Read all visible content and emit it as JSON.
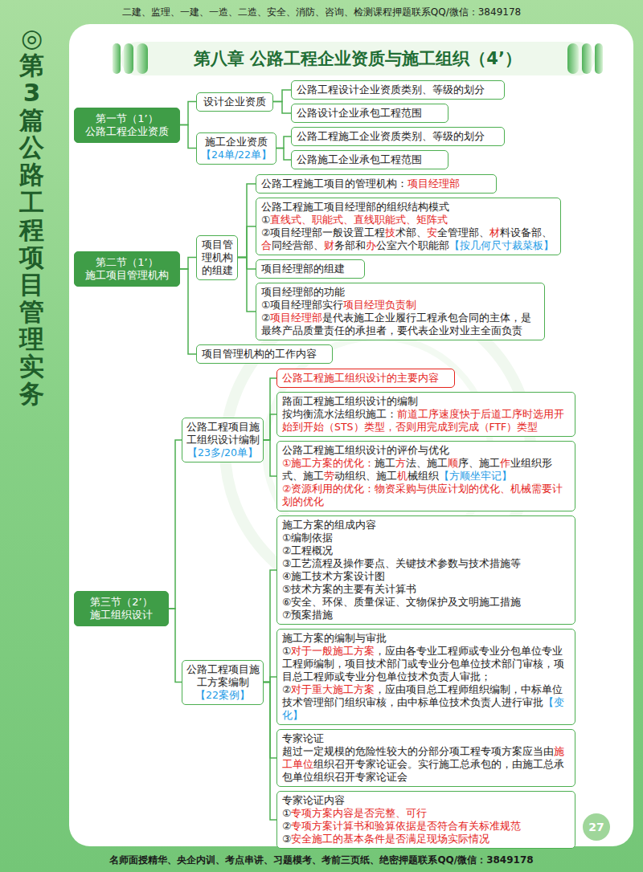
{
  "diagram": {
    "title": "第八章 公路工程企业资质与施工组织（4’）",
    "nodes": [
      {
        "text": [
          "第一节（1’）",
          "公路工程企业资质"
        ]
      },
      {
        "text": [
          "设计企业资质"
        ]
      },
      {
        "text": [
          "公路工程设计企业资质类别、等级的划分"
        ]
      },
      {
        "text": [
          "公路设计企业承包工程范围"
        ]
      },
      {
        "text": [
          "施工企业资质",
          "【24单/22单】"
        ]
      },
      {
        "text": [
          "公路工程施工企业资质类别、等级的划分"
        ]
      },
      {
        "text": [
          "公路施工企业承包工程范围"
        ]
      },
      {
        "text": [
          "第二节（1’）",
          "施工项目管理机构"
        ]
      },
      {
        "text": [
          "项目管理机构的组建"
        ]
      },
      {
        "text": [
          "公路工程施工项目的管理机构：项目经理部"
        ]
      },
      {
        "text": [
          "公路工程施工项目经理部的组织结构模式",
          "①直线式、职能式、直线职能式、矩阵式",
          "②项目经理部一般设置工程技术部、安全管理部、材料设备部、合同经营部、财务部和办公室六个职能部【按几何尺寸裁菜板】"
        ]
      },
      {
        "text": [
          "项目经理部的组建"
        ]
      },
      {
        "text": [
          "项目经理部的功能",
          "①项目经理部实行项目经理负责制",
          "②项目经理部是代表施工企业履行工程承包合同的主体，是最终产品质量责任的承担者，要代表企业对业主全面负责"
        ]
      },
      {
        "text": [
          "项目管理机构的工作内容"
        ]
      },
      {
        "text": [
          "第三节（2’）",
          "施工组织设计"
        ]
      },
      {
        "text": [
          "公路工程项目施工组织设计编制",
          "【23多/20单】"
        ]
      },
      {
        "text": [
          "公路工程施工组织设计的主要内容"
        ]
      },
      {
        "text": [
          "路面工程施工组织设计的编制",
          "按均衡流水法组织施工：前道工序速度快于后道工序时选用开始到开始（STS）类型，否则用完成到完成（FTF）类型"
        ]
      },
      {
        "text": [
          "公路工程施工组织设计的评价与优化",
          "①施工方案的优化：施工方法、施工顺序、施工作业组织形式、施工劳动组织、施工机械组织【方顺坐牢记】",
          "②资源利用的优化：物资采购与供应计划的优化、机械需要计划的优化"
        ]
      },
      {
        "text": [
          "公路工程项目施工方案编制",
          "【22案例】"
        ]
      },
      {
        "text": [
          "施工方案的组成内容",
          "①编制依据",
          "②工程概况",
          "③工艺流程及操作要点、关键技术参数与技术措施等",
          "④施工技术方案设计图",
          "⑤技术方案的主要有关计算书",
          "⑥安全、环保、质量保证、文物保护及文明施工措施",
          "⑦预案措施"
        ]
      },
      {
        "text": [
          "施工方案的编制与审批",
          "①对于一般施工方案，应由各专业工程师或专业分包单位专业工程师编制，项目技术部门或专业分包单位技术部门审核，项目总工程师或专业分包单位技术负责人审批；",
          "②对于重大施工方案，应由项目总工程师组织编制，中标单位技术管理部门组织审核，由中标单位技术负责人进行审批【变化】"
        ]
      },
      {
        "text": [
          "专家论证",
          "超过一定规模的危险性较大的分部分项工程专项方案应当由施工单位组织召开专家论证会。实行施工总承包的，由施工总承包单位组织召开专家论证会"
        ]
      },
      {
        "text": [
          "专家论证内容",
          "①专项方案内容是否完整、可行",
          "②专项方案计算书和验算依据是否符合有关标准规范",
          "③安全施工的基本条件是否满足现场实际情况"
        ]
      }
    ],
    "edges": [
      {
        "from": 0,
        "to": 1,
        "arrow": "none"
      },
      {
        "from": 0,
        "to": 4,
        "arrow": "none"
      },
      {
        "from": 1,
        "to": 2,
        "arrow": "none"
      },
      {
        "from": 1,
        "to": 3,
        "arrow": "none"
      },
      {
        "from": 4,
        "to": 5,
        "arrow": "none"
      },
      {
        "from": 4,
        "to": 6,
        "arrow": "none"
      },
      {
        "from": 7,
        "to": 8,
        "arrow": "none"
      },
      {
        "from": 7,
        "to": 13,
        "arrow": "none"
      },
      {
        "from": 8,
        "to": 9,
        "arrow": "none"
      },
      {
        "from": 8,
        "to": 10,
        "arrow": "none"
      },
      {
        "from": 8,
        "to": 11,
        "arrow": "none"
      },
      {
        "from": 8,
        "to": 12,
        "arrow": "none"
      },
      {
        "from": 14,
        "to": 15,
        "arrow": "none"
      },
      {
        "from": 14,
        "to": 19,
        "arrow": "none"
      },
      {
        "from": 15,
        "to": 16,
        "arrow": "none"
      },
      {
        "from": 15,
        "to": 17,
        "arrow": "none"
      },
      {
        "from": 15,
        "to": 18,
        "arrow": "none"
      },
      {
        "from": 19,
        "to": 20,
        "arrow": "none"
      },
      {
        "from": 19,
        "to": 21,
        "arrow": "none"
      },
      {
        "from": 19,
        "to": 22,
        "arrow": "none"
      },
      {
        "from": 19,
        "to": 23,
        "arrow": "none"
      }
    ],
    "labels": [
      "二建、监理、一建、一造、二造、安全、消防、咨询、检测课程押题联系QQ/微信：3849178",
      "名师面授精华、央企内训、考点串讲、习题模考、考前三页纸、绝密押题联系QQ/微信：3849178",
      "◎第3篇 公路工程项目管理实务",
      "27"
    ]
  }
}
